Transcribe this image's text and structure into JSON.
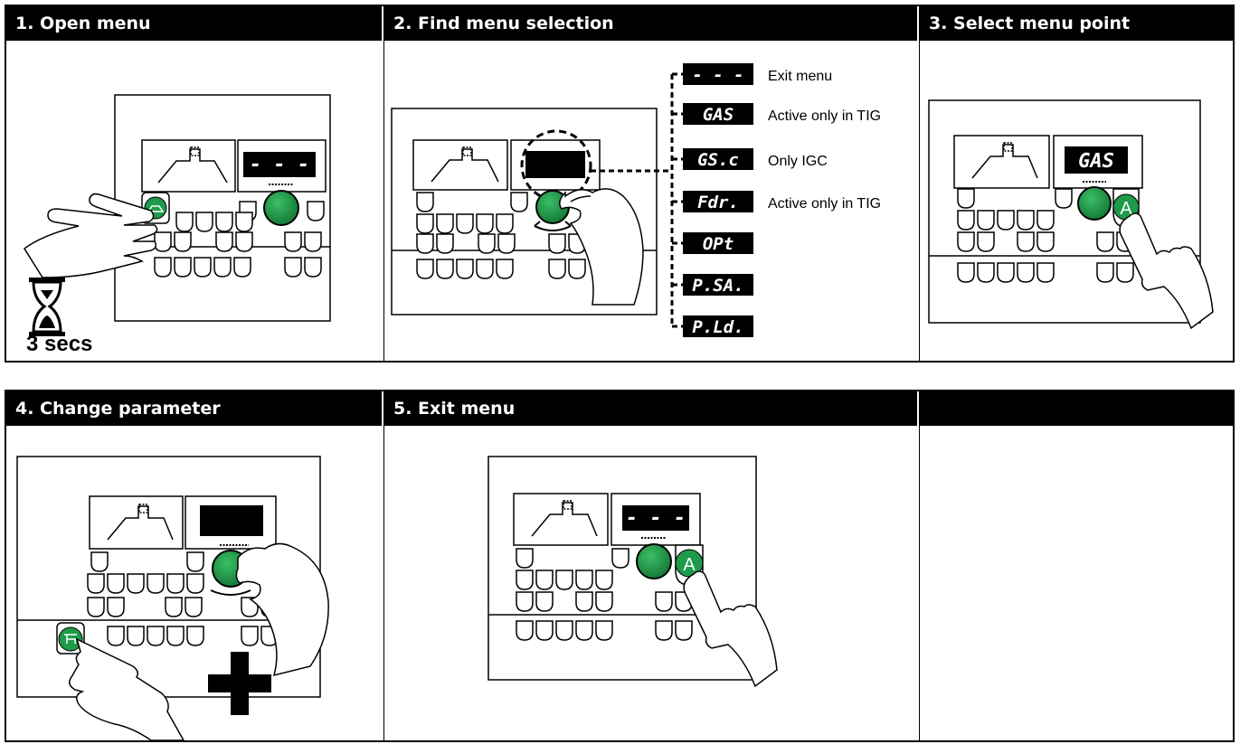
{
  "steps": [
    {
      "title": "1. Open menu",
      "timer_label": "3 secs",
      "display": "- - -"
    },
    {
      "title": "2. Find menu selection",
      "menu": [
        {
          "code": "- - -",
          "label": "Exit menu"
        },
        {
          "code": "GAS",
          "label": "Active only in TIG"
        },
        {
          "code": "GS.c",
          "label": "Only IGC"
        },
        {
          "code": "Fdr.",
          "label": "Active only in TIG"
        },
        {
          "code": "OPt",
          "label": ""
        },
        {
          "code": "P.SA.",
          "label": ""
        },
        {
          "code": "P.Ld.",
          "label": ""
        }
      ]
    },
    {
      "title": "3. Select menu point",
      "display": "GAS",
      "button_letter": "A"
    },
    {
      "title": "4. Change parameter"
    },
    {
      "title": "5. Exit menu",
      "display": "- - -",
      "button_letter": "A"
    },
    {
      "title": ""
    }
  ],
  "colors": {
    "knob": "#1f9a4a",
    "knob_dark": "#157a38",
    "lcd_bg": "#000000",
    "lcd_text": "#ffffff"
  }
}
